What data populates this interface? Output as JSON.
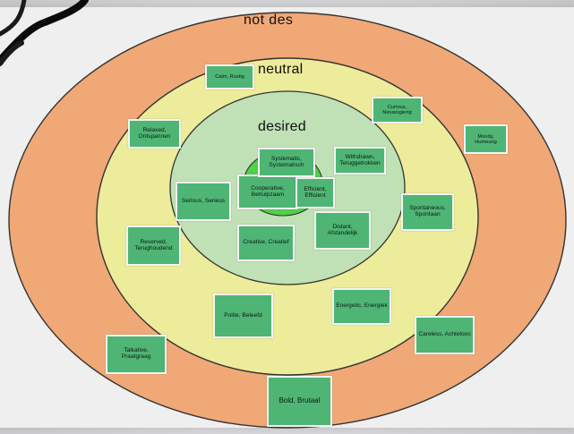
{
  "rings": {
    "not_desired": "not des",
    "neutral": "neutral",
    "desired": "desired"
  },
  "cards": [
    {
      "text": "Spontaneous, Spontaan"
    },
    {
      "text": "Distant, Afstandelijk"
    },
    {
      "text": "Creative, Creatief"
    },
    {
      "text": "Reserved, Terughoudend"
    },
    {
      "text": "Polite, Beleefd"
    },
    {
      "text": "Energetic, Energiek"
    },
    {
      "text": "Careless, Achteloos"
    },
    {
      "text": "Talkative, Praatgraag"
    },
    {
      "text": "Bold, Brutaal"
    },
    {
      "text": "Serious, Serieus"
    },
    {
      "text": "Cooperative, Behulpzaam"
    },
    {
      "text": "Efficient, Efficient"
    },
    {
      "text": "Systematic, Systematisch"
    },
    {
      "text": "Withdrawn, Teruggetrokken"
    },
    {
      "text": "Relaxed, Ontspannen"
    },
    {
      "text": "Calm, Rustig"
    },
    {
      "text": "Curious, Nieuwsgierig"
    },
    {
      "text": "Moody, Humeurig"
    }
  ],
  "colors": {
    "outer_ring": "#f0a876",
    "neutral_ring": "#ecec9a",
    "desired_ring": "#bfe1b5",
    "inner_center": "#4fd14a",
    "card": "#4fb575"
  }
}
